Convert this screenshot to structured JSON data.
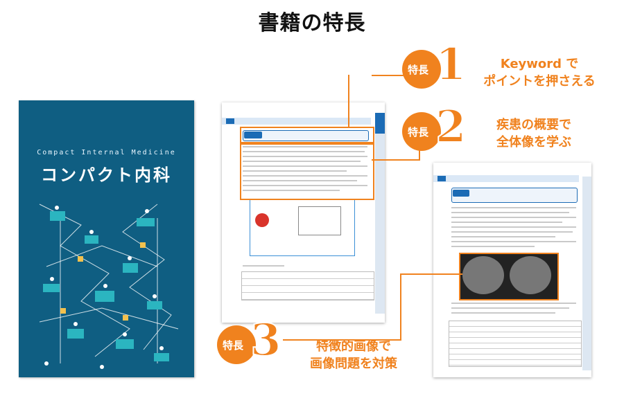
{
  "page_title": "書籍の特長",
  "cover": {
    "subtitle": "Compact Internal Medicine",
    "title": "コンパクト内科"
  },
  "features": [
    {
      "label": "特長",
      "number": "1",
      "text_line1": "Keyword で",
      "text_line2": "ポイントを押さえる"
    },
    {
      "label": "特長",
      "number": "2",
      "text_line1": "疾患の概要で",
      "text_line2": "全体像を学ぶ"
    },
    {
      "label": "特長",
      "number": "3",
      "text_line1": "特徴的画像で",
      "text_line2": "画像問題を対策"
    }
  ],
  "colors": {
    "accent": "#f0821e",
    "cover": "#0f5e82",
    "page_header": "#1b6bb5"
  }
}
